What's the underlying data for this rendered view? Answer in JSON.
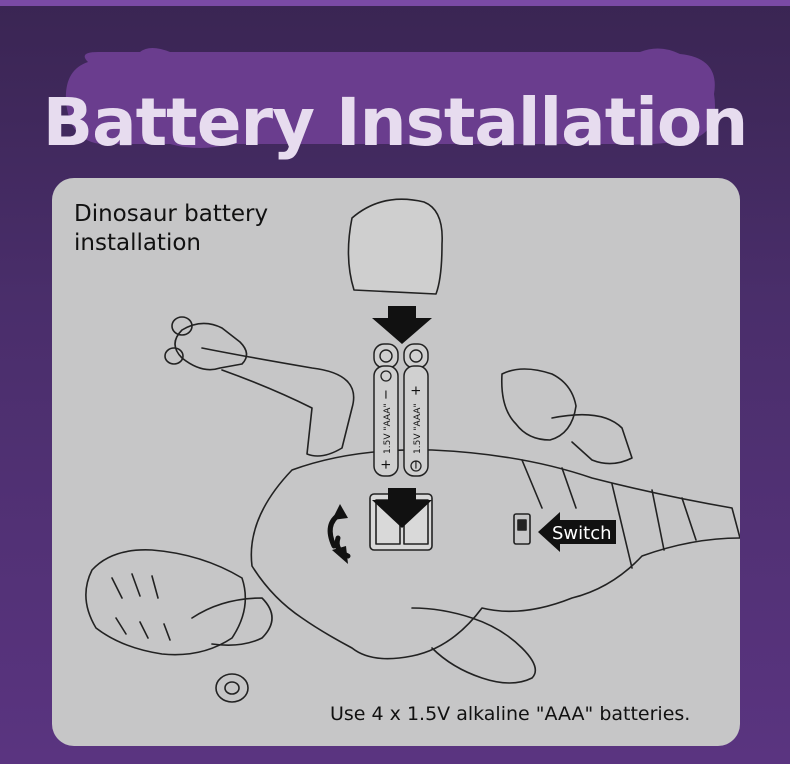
{
  "title": "Battery Installation",
  "panel": {
    "heading": "Dinosaur battery installation",
    "switch_label": "Switch",
    "note": "Use 4 x 1.5V alkaline \"AAA\" batteries."
  },
  "battery": {
    "label": "1.5V \"AAA\"",
    "plus": "+",
    "minus": "−"
  },
  "colors": {
    "background": "#4a2e6b",
    "title_badge": "#6a3d8e",
    "title_text": "#e7dcef",
    "panel": "#c6c6c7"
  },
  "icons": [
    "down-arrow-icon",
    "left-arrow-icon",
    "rotate-arrow-icon"
  ]
}
